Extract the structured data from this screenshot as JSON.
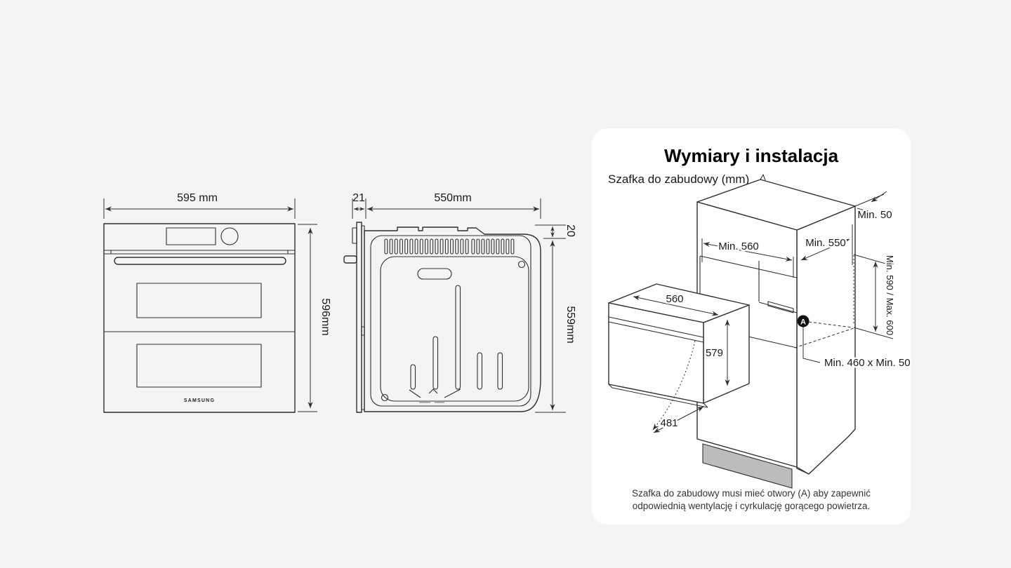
{
  "page": {
    "background_color": "#f4f4f4",
    "line_color": "#2f2f2f"
  },
  "front_view": {
    "width_label": "595 mm",
    "height_label": "596mm",
    "brand_logo": "SAMSUNG"
  },
  "side_view": {
    "front_depth_label": "21",
    "body_depth_label": "550mm",
    "top_offset_label": "20",
    "height_label": "559mm"
  },
  "install_card": {
    "background_color": "#ffffff",
    "title": "Wymiary i instalacja",
    "subtitle": "Szafka do zabudowy (mm)",
    "dims": {
      "rear_top_clearance": "Min. 50",
      "niche_width": "Min. 560",
      "niche_depth": "Min. 550",
      "niche_height": "Min. 590 / Max. 600",
      "oven_width": "560",
      "oven_height": "579",
      "door_open_depth": "481",
      "vent_opening": "Min. 460 x Min. 50",
      "vent_marker": "A"
    },
    "plinth_color": "#bcbcbc",
    "caption": "Szafka do zabudowy musi mieć otwory (A) aby zapewnić odpowiednią wentylację i cyrkulację gorącego powietrza."
  }
}
